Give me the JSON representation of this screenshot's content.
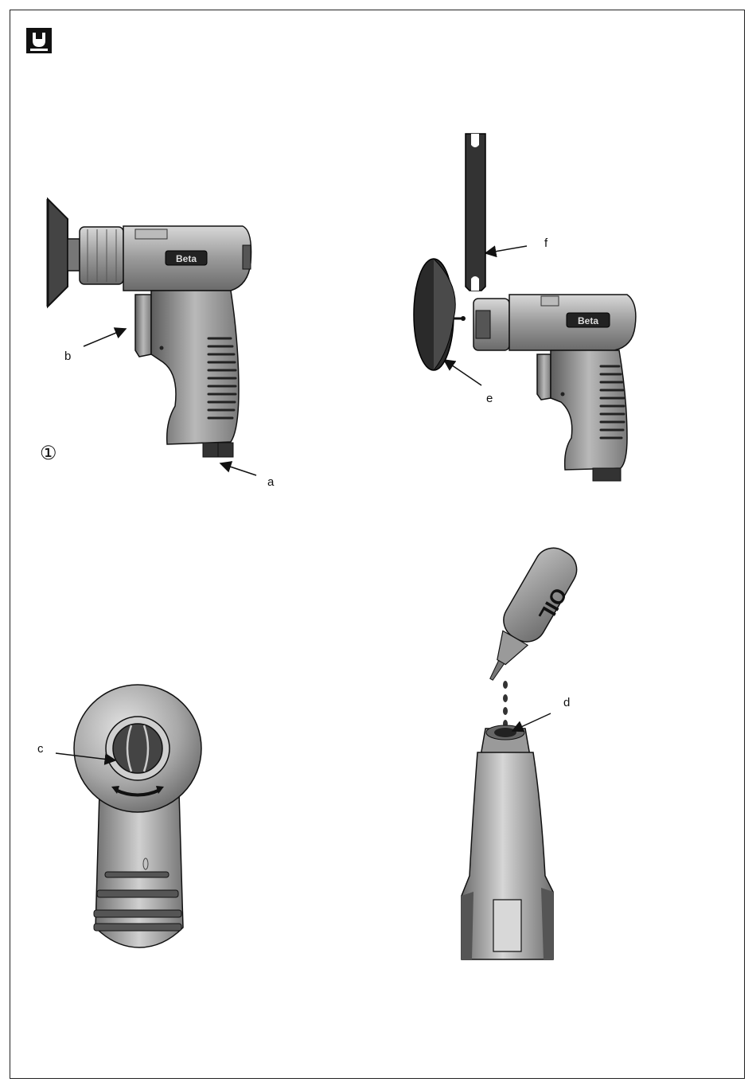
{
  "header": {
    "icon": "wrench-icon"
  },
  "figure1": {
    "number": "①",
    "callouts": {
      "a": "a",
      "b": "b"
    },
    "brand": "Beta"
  },
  "figure2": {
    "callouts": {
      "e": "e",
      "f": "f"
    },
    "brand": "Beta"
  },
  "figure3": {
    "callouts": {
      "c": "c"
    }
  },
  "figure4": {
    "callouts": {
      "d": "d"
    },
    "bottle_text": "OIL"
  }
}
